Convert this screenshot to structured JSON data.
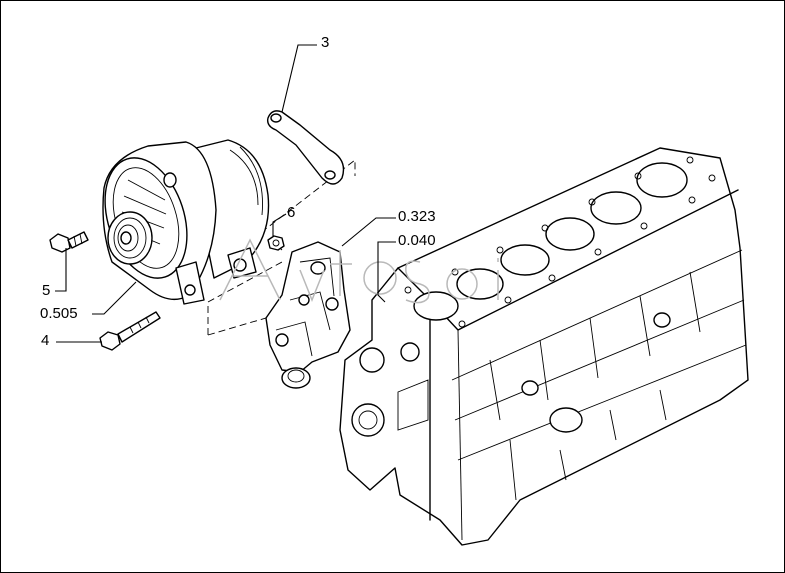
{
  "callouts": {
    "c3": "3",
    "c6": "6",
    "c0323": "0.323",
    "c0040": "0.040",
    "c5": "5",
    "c0505": "0.505",
    "c4": "4"
  },
  "colors": {
    "line": "#000000",
    "background": "#ffffff",
    "watermark": "#b9b9b9"
  }
}
